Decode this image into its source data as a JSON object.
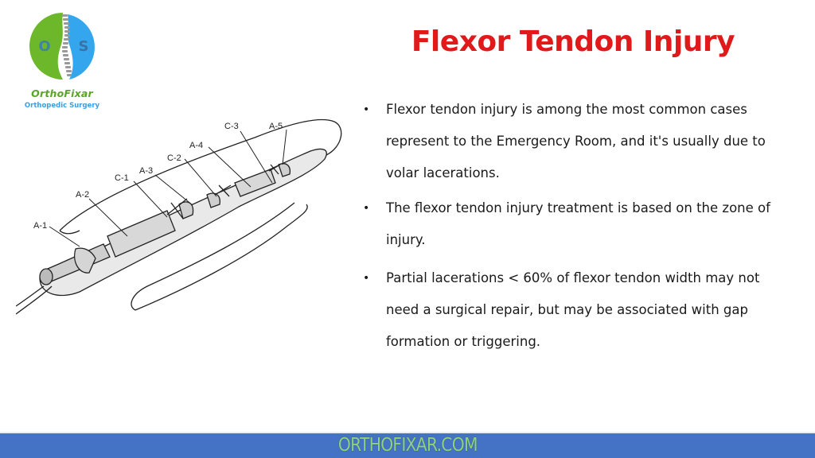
{
  "logo": {
    "name": "OrthoFixar",
    "subtitle": "Orthopedic Surgery",
    "left_letter": "O",
    "right_letter": "S",
    "colors": {
      "green": "#6cb82a",
      "blue": "#33a6ee",
      "text_green": "#5aa42a",
      "text_blue": "#3aa0df"
    }
  },
  "slide": {
    "title": "Flexor Tendon Injury",
    "title_color": "#e01a1a",
    "bullets": [
      "Flexor tendon injury is among the most common cases represent to the Emergency Room, and it's usually due to volar lacerations.",
      "The flexor tendon injury treatment is based on the zone of injury.",
      "Partial lacerations < 60% of flexor tendon width may not need a surgical repair, but may be associated with gap formation or triggering."
    ],
    "bullet_glyph": "•"
  },
  "illustration": {
    "description": "Finger flexor tendon sheath pulley system drawing",
    "labels": [
      "A-1",
      "A-2",
      "C-1",
      "A-3",
      "C-2",
      "A-4",
      "C-3",
      "A-5"
    ]
  },
  "footer": {
    "text": "ORTHOFIXAR.COM",
    "background": "#4472c4",
    "text_color": "#8fd27a"
  }
}
